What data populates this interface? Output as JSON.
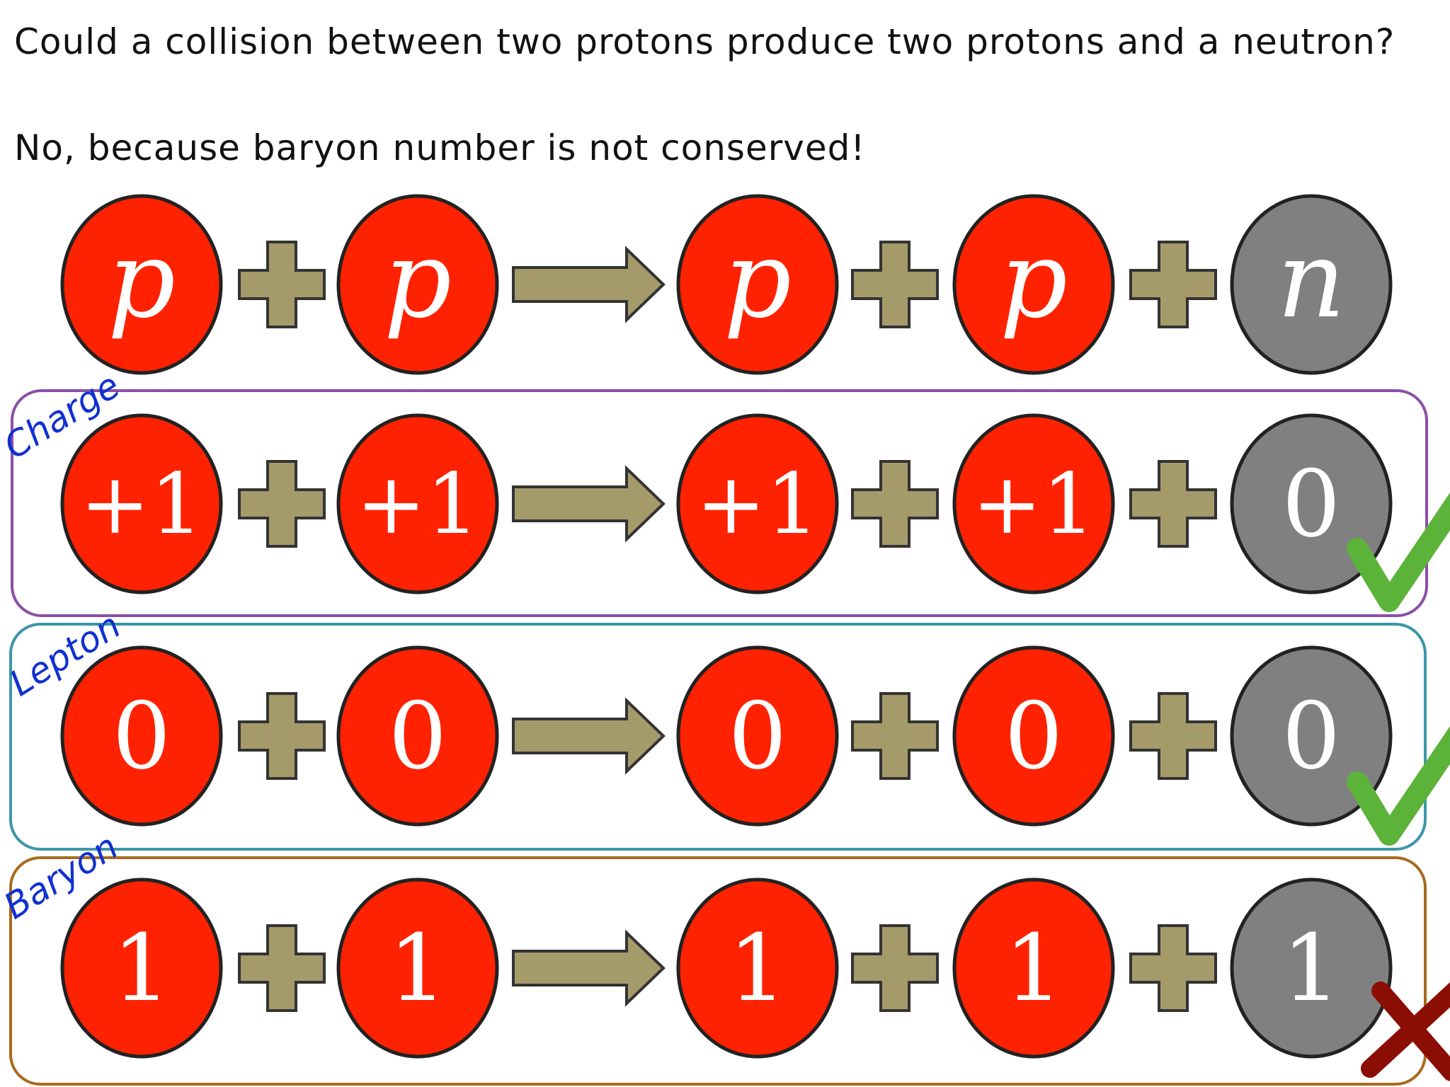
{
  "question": "Could a collision between two protons produce two protons and a neutron?",
  "answer": "No, because baryon number is not conserved!",
  "colors": {
    "proton": "#ff2200",
    "neutron": "#808080",
    "operator": "#a59a6a",
    "charge_box": "#8a4fa8",
    "lepton_box": "#3b97a8",
    "baryon_box": "#a86a1e",
    "check": "#5cb33a",
    "cross": "#8b0e05",
    "label": "#1030d0"
  },
  "rows": [
    {
      "label": "",
      "box": "",
      "conserved": null,
      "values": [
        "p",
        "p",
        "p",
        "p",
        "n"
      ]
    },
    {
      "label": "Charge",
      "box": "charge_box",
      "conserved": true,
      "values": [
        "+1",
        "+1",
        "+1",
        "+1",
        "0"
      ]
    },
    {
      "label": "Lepton",
      "box": "lepton_box",
      "conserved": true,
      "values": [
        "0",
        "0",
        "0",
        "0",
        "0"
      ]
    },
    {
      "label": "Baryon",
      "box": "baryon_box",
      "conserved": false,
      "values": [
        "1",
        "1",
        "1",
        "1",
        "1"
      ]
    }
  ]
}
